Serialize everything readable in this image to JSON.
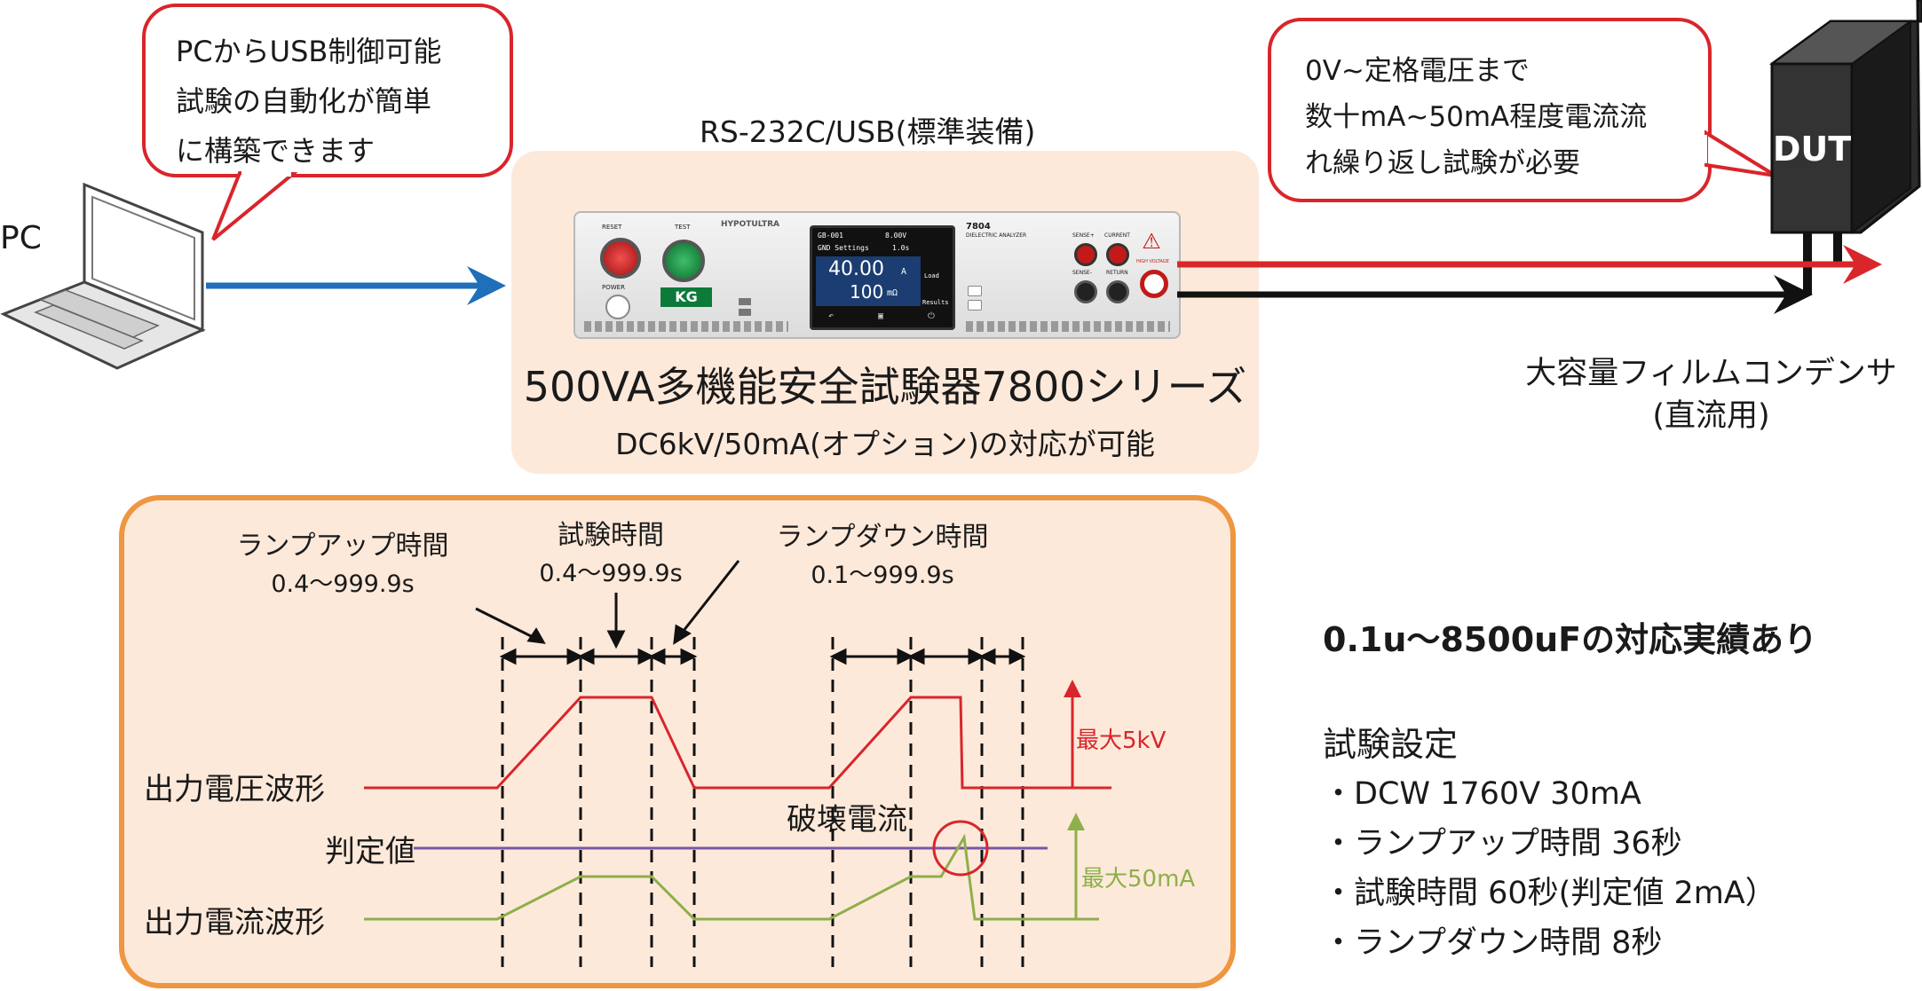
{
  "left_bubble": {
    "lines": [
      "PCからUSB制御可能",
      "試験の自動化が簡単",
      "に構築できます"
    ]
  },
  "pc_label": "PC",
  "interface_label": "RS-232C/USB(標準装備)",
  "product_title": "500VA多機能安全試験器7800シリーズ",
  "product_subtitle": "DC6kV/50mA(オプション)の対応が可能",
  "device": {
    "brand": "HYPOTULTRA",
    "model": "7804",
    "model_sub": "DIELECTRIC ANALYZER",
    "logo": "KG",
    "screen": {
      "line1_left": "GB-001",
      "line1_right": "8.00V",
      "line2_left": "GND  Settings",
      "line2_right": "1.0s",
      "big_value": "40.00",
      "big_unit": "A",
      "small_value": "100",
      "small_unit": "mΩ",
      "btn_load": "Load",
      "btn_results": "Results"
    },
    "labels": {
      "reset": "RESET",
      "test": "TEST",
      "power": "POWER",
      "sense_p": "SENSE+",
      "current": "CURRENT",
      "sense_m": "SENSE-",
      "return": "RETURN",
      "hv": "HIGH VOLTAGE"
    }
  },
  "right_bubble": {
    "lines": [
      "0V~定格電圧まで",
      "数十mA~50mA程度電流流",
      "れ繰り返し試験が必要"
    ]
  },
  "dut_label": "DUT",
  "capacitor_label": {
    "line1": "大容量フィルムコンデンサ",
    "line2": "(直流用)"
  },
  "waveform": {
    "ramp_up": {
      "name": "ランプアップ時間",
      "range": "0.4～999.9s"
    },
    "test_time": {
      "name": "試験時間",
      "range": "0.4～999.9s"
    },
    "ramp_down": {
      "name": "ランプダウン時間",
      "range": "0.1～999.9s"
    },
    "voltage_label": "出力電圧波形",
    "judge_label": "判定値",
    "current_label": "出力電流波形",
    "breakdown_label": "破壊電流",
    "max_voltage": "最大5kV",
    "max_current": "最大50mA"
  },
  "colors": {
    "red": "#d8262b",
    "blue": "#1f6fba",
    "green": "#8db04a",
    "purple": "#7b55a5",
    "orange": "#ee9640",
    "panel": "#fde9da"
  },
  "results": {
    "headline": "0.1u～8500uFの対応実績あり",
    "settings_title": "試験設定",
    "items": [
      "・DCW 1760V 30mA",
      "・ランプアップ時間 36秒",
      "・試験時間 60秒(判定値 2mA）",
      "・ランプダウン時間 8秒"
    ]
  }
}
